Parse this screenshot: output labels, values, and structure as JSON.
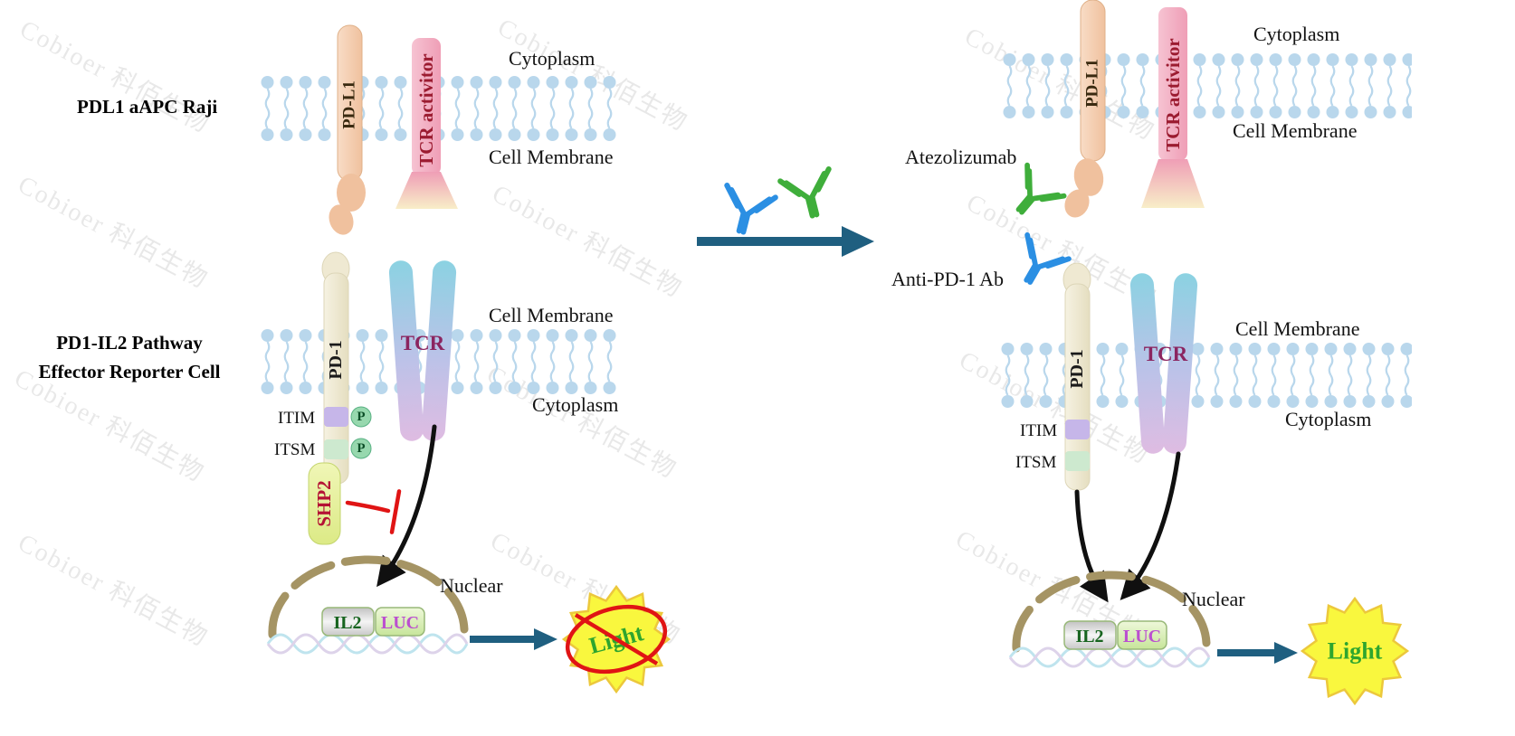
{
  "watermark": "Cobioer  科佰生物",
  "left": {
    "apc_cell_label": "PDL1 aAPC Raji",
    "reporter_cell_label_line1": "PD1-IL2 Pathway",
    "reporter_cell_label_line2": "Effector Reporter Cell",
    "top": {
      "cytoplasm": "Cytoplasm",
      "cell_membrane": "Cell Membrane",
      "pdl1": "PD-L1",
      "tcr_activator": "TCR activitor"
    },
    "bottom": {
      "cell_membrane": "Cell Membrane",
      "cytoplasm": "Cytoplasm",
      "pd1": "PD-1",
      "tcr": "TCR",
      "itim": "ITIM",
      "itsm": "ITSM",
      "phospho": "P",
      "shp2": "SHP2",
      "nuclear": "Nuclear",
      "il2": "IL2",
      "luc": "LUC",
      "light": "Light"
    }
  },
  "middle": {
    "atezolizumab": "Atezolizumab",
    "anti_pd1_ab": "Anti-PD-1 Ab"
  },
  "right": {
    "top": {
      "cytoplasm": "Cytoplasm",
      "cell_membrane": "Cell Membrane",
      "pdl1": "PD-L1",
      "tcr_activator": "TCR activitor"
    },
    "bottom": {
      "cell_membrane": "Cell Membrane",
      "cytoplasm": "Cytoplasm",
      "pd1": "PD-1",
      "tcr": "TCR",
      "itim": "ITIM",
      "itsm": "ITSM",
      "nuclear": "Nuclear",
      "il2": "IL2",
      "luc": "LUC",
      "light": "Light"
    }
  },
  "colors": {
    "membrane": "#b9d7ec",
    "pdl1-fill": "#f0c19e",
    "pdl1-text": "#3a2a10",
    "activator-fill": "#ef9eb6",
    "activator-text": "#9b1b30",
    "pd1-fill": "#efe9d2",
    "pd1-text": "#1a1a1a",
    "tcr-top": "#8bd2e2",
    "tcr-bottom": "#dfbce2",
    "tcr-text": "#8b2560",
    "shp2-fill": "#dcea86",
    "shp2-text": "#b41235",
    "phospho-fill": "#97d8ae",
    "itim-fill": "#c6b6e9",
    "itsm-fill": "#cde9cf",
    "nuclear-brown": "#a59464",
    "il2-text": "#17641f",
    "luc-text": "#bb4fd0",
    "light-text": "#2ea52e",
    "starburst-fill": "#f9f73e",
    "inhibit-red": "#e01414",
    "arrow-teal": "#1f5f80",
    "antibody-blue": "#2b8fe3",
    "antibody-green": "#3fae3b"
  }
}
